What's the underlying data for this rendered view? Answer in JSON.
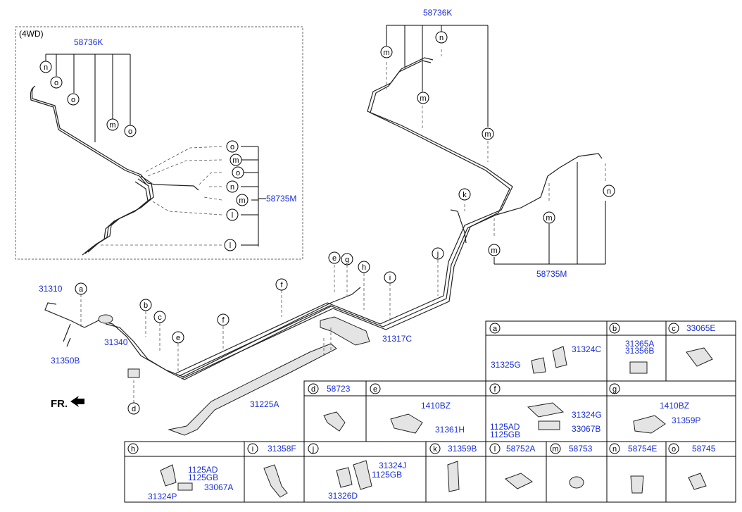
{
  "inset": {
    "label": "(4WD)",
    "top_part": "58736K",
    "right_part": "58735M",
    "top_callouts": [
      "n",
      "o",
      "o",
      "m",
      "o"
    ],
    "right_callouts": [
      "o",
      "m",
      "o",
      "n",
      "m",
      "l",
      "l"
    ]
  },
  "upper_right": {
    "top_part": "58736K",
    "bottom_part": "58735M",
    "top_callouts": [
      "m",
      "n",
      "m",
      "m"
    ],
    "bottom_callouts": [
      "k",
      "m",
      "m",
      "n"
    ]
  },
  "main": {
    "labels": {
      "p31310": "31310",
      "p31340": "31340",
      "p31350B": "31350B",
      "p31317C": "31317C",
      "p31225A": "31225A",
      "fr": "FR."
    },
    "callouts": [
      "a",
      "b",
      "c",
      "e",
      "f",
      "f",
      "e",
      "g",
      "h",
      "i",
      "j",
      "d"
    ]
  },
  "table": {
    "row1": [
      {
        "key": "a",
        "part": ""
      },
      {
        "key": "b",
        "part": ""
      },
      {
        "key": "c",
        "part": "33065E"
      }
    ],
    "a_parts": [
      "31324C",
      "31325G"
    ],
    "b_parts": [
      "31365A",
      "31356B"
    ],
    "row2": [
      {
        "key": "d",
        "part": "58723"
      },
      {
        "key": "e",
        "part": ""
      },
      {
        "key": "f",
        "part": ""
      },
      {
        "key": "g",
        "part": ""
      }
    ],
    "e_parts": [
      "1410BZ",
      "31361H"
    ],
    "f_parts": [
      "31324G",
      "1125AD",
      "1125GB",
      "33067B"
    ],
    "g_parts": [
      "1410BZ",
      "31359P"
    ],
    "row3": [
      {
        "key": "h",
        "part": ""
      },
      {
        "key": "i",
        "part": "31358F"
      },
      {
        "key": "j",
        "part": ""
      },
      {
        "key": "k",
        "part": "31359B"
      },
      {
        "key": "l",
        "part": "58752A"
      },
      {
        "key": "m",
        "part": "58753"
      },
      {
        "key": "n",
        "part": "58754E"
      },
      {
        "key": "o",
        "part": "58745"
      }
    ],
    "h_parts": [
      "1125AD",
      "1125GB",
      "33067A",
      "31324P"
    ],
    "j_parts": [
      "31324J",
      "1125GB",
      "31326D"
    ]
  }
}
